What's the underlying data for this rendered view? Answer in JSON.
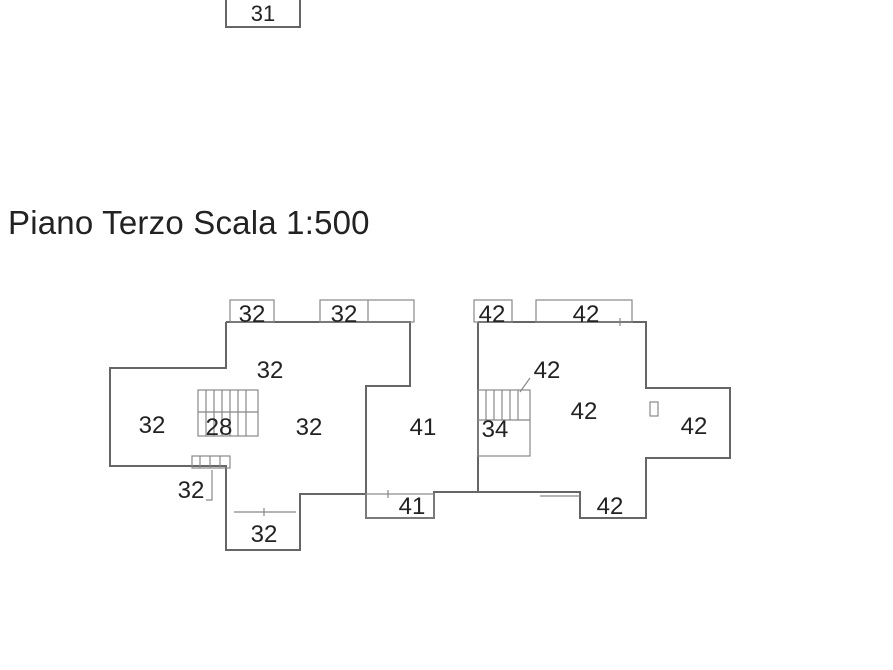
{
  "title": "Piano Terzo Scala 1:500",
  "top_label": "31",
  "room_labels": [
    "32",
    "32",
    "42",
    "42",
    "32",
    "42",
    "32",
    "28",
    "32",
    "41",
    "34",
    "42",
    "42",
    "32",
    "41",
    "42",
    "32"
  ]
}
